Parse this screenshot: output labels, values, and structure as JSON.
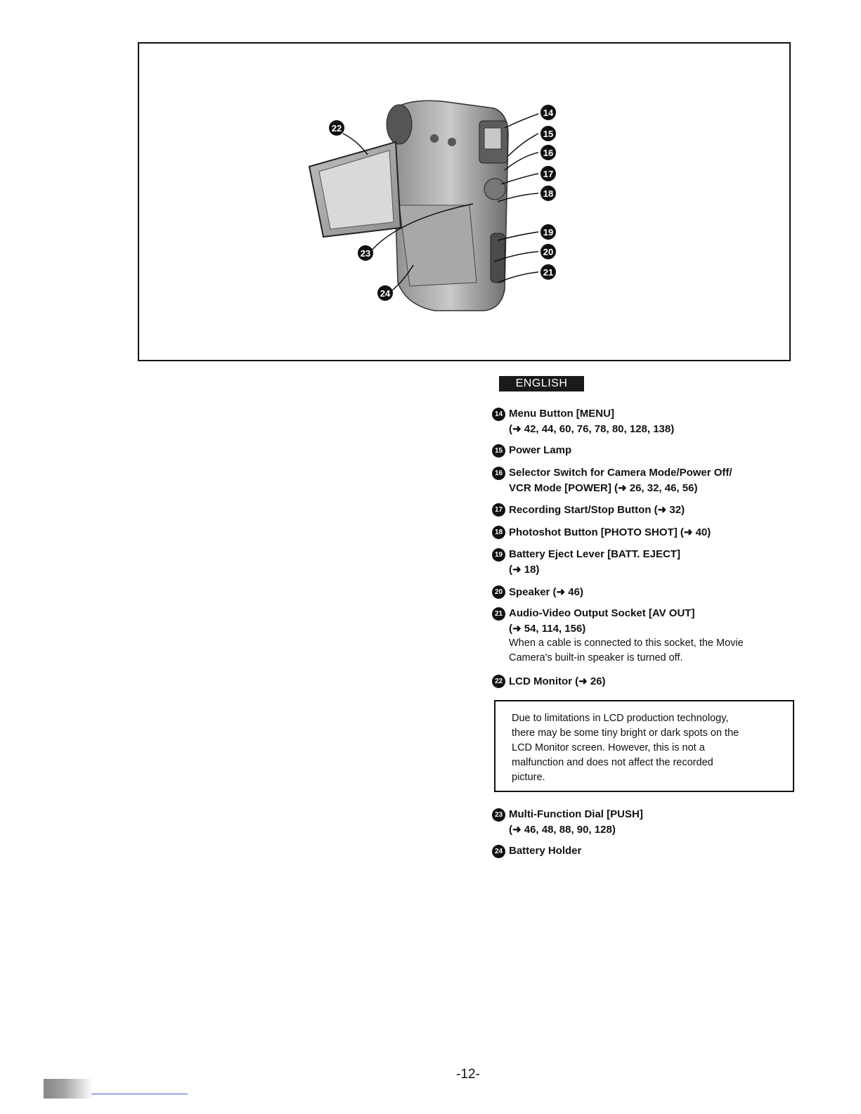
{
  "figure": {
    "callouts": [
      "14",
      "15",
      "16",
      "17",
      "18",
      "19",
      "20",
      "21",
      "22",
      "23",
      "24"
    ]
  },
  "language_tab": "ENGLISH",
  "items": [
    {
      "num": "14",
      "title": "Menu Button [MENU]",
      "ref": "(➜ 42, 44, 60, 76, 78, 80, 128, 138)"
    },
    {
      "num": "15",
      "title": "Power Lamp"
    },
    {
      "num": "16",
      "title": "Selector Switch for Camera Mode/Power Off/",
      "ref": "VCR Mode [POWER]  (➜ 26, 32, 46, 56)"
    },
    {
      "num": "17",
      "title": "Recording Start/Stop Button (➜ 32)"
    },
    {
      "num": "18",
      "title": "Photoshot Button [PHOTO SHOT] (➜ 40)"
    },
    {
      "num": "19",
      "title": "Battery Eject Lever [BATT. EJECT]",
      "ref": "(➜ 18)"
    },
    {
      "num": "20",
      "title": "Speaker (➜ 46)"
    },
    {
      "num": "21",
      "title": "Audio-Video Output Socket [AV OUT]",
      "ref": "(➜ 54, 114, 156)",
      "note_lines": [
        "When a cable is connected to this socket, the Movie",
        "Camera's built-in speaker is turned off."
      ]
    },
    {
      "num": "22",
      "title": "LCD Monitor (➜ 26)"
    },
    {
      "num": "23",
      "title": "Multi-Function Dial [PUSH]",
      "ref": "(➜ 46, 48, 88, 90, 128)"
    },
    {
      "num": "24",
      "title": "Battery Holder"
    }
  ],
  "caution_lines": [
    "Due to limitations in LCD production technology,",
    "there may be some tiny bright or dark spots on the",
    "LCD Monitor screen. However, this is not a",
    "malfunction and does not affect the recorded",
    "picture."
  ],
  "page_number": "-12-"
}
